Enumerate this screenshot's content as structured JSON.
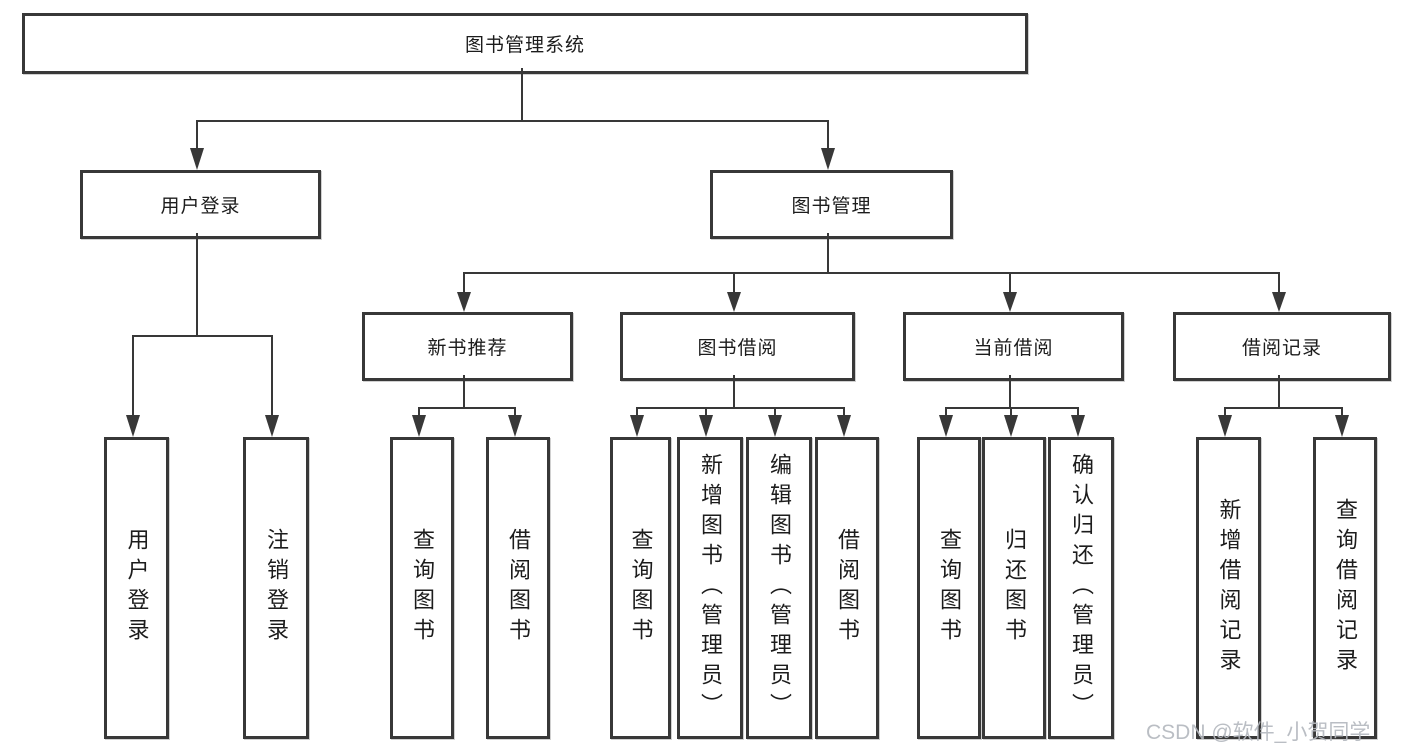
{
  "diagram": {
    "root": {
      "label": "图书管理系统"
    },
    "level2": [
      {
        "label": "用户登录"
      },
      {
        "label": "图书管理"
      }
    ],
    "level3": [
      {
        "label": "新书推荐"
      },
      {
        "label": "图书借阅"
      },
      {
        "label": "当前借阅"
      },
      {
        "label": "借阅记录"
      }
    ],
    "leaves": {
      "user_login": [
        "用户登录",
        "注销登录"
      ],
      "new_books": [
        "查询图书",
        "借阅图书"
      ],
      "book_borrow": [
        "查询图书",
        "新增图书（管理员）",
        "编辑图书（管理员）",
        "借阅图书"
      ],
      "current_borrow": [
        "查询图书",
        "归还图书",
        "确认归还（管理员）"
      ],
      "borrow_records": [
        "新增借阅记录",
        "查询借阅记录"
      ]
    }
  },
  "watermark": {
    "text": "CSDN @软件_小贺同学"
  },
  "colors": {
    "line": "#383838",
    "text": "#1c1c1c",
    "watermark": "#b5b9bf"
  }
}
